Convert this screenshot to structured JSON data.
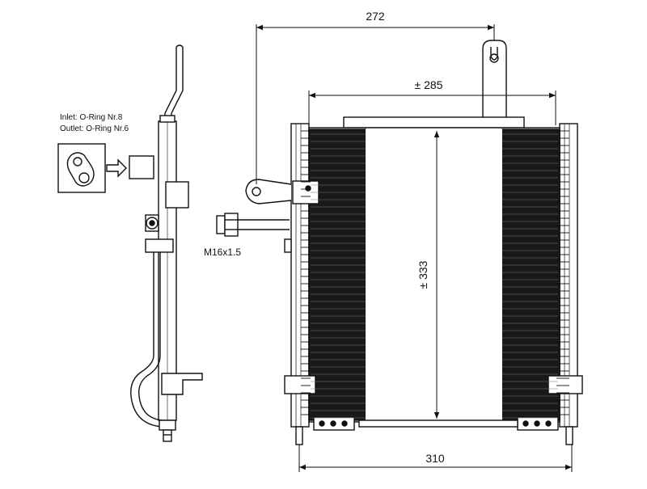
{
  "labels": {
    "inlet": "Inlet: O-Ring Nr.8",
    "outlet": "Outlet: O-Ring Nr.6",
    "thread": "M16x1.5"
  },
  "dimensions": {
    "top_width": "272",
    "core_width": "± 285",
    "core_height": "± 333",
    "bottom_width": "310"
  }
}
